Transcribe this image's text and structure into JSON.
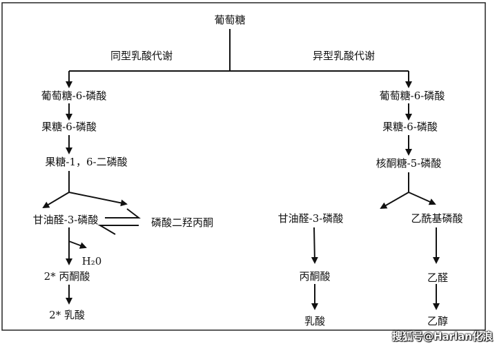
{
  "root": "葡萄糖",
  "homo": {
    "title": "同型乳酸代谢",
    "steps": [
      "葡萄糖-6-磷酸",
      "果糖-6-磷酸",
      "果糖-1，6-二磷酸",
      "甘油醛-3-磷酸",
      "磷酸二羟丙酮",
      "H₂0",
      "2* 丙酮酸",
      "2* 乳酸"
    ]
  },
  "hetero": {
    "title": "异型乳酸代谢",
    "steps": [
      "葡萄糖-6-磷酸",
      "果糖-6-磷酸",
      "核酮糖-5-磷酸",
      "甘油醛-3-磷酸",
      "乙酰基磷酸",
      "丙酮酸",
      "乳酸",
      "乙醛",
      "乙醇"
    ]
  },
  "watermark": "搜狐号@Harlan化浪"
}
